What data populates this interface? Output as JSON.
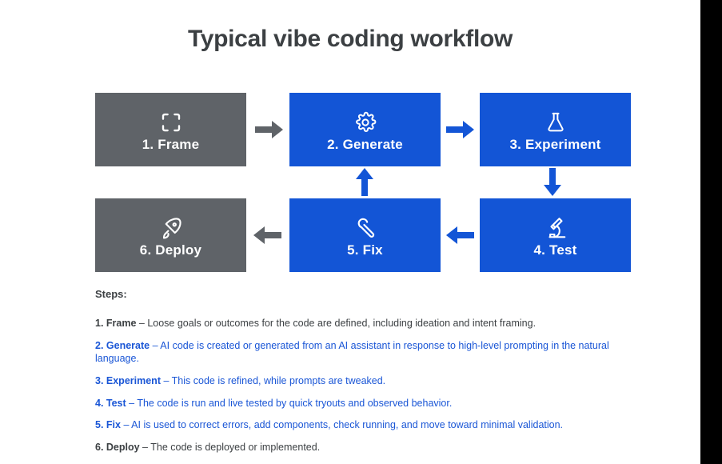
{
  "page": {
    "title": "Typical vibe coding workflow",
    "accent_color": "#1355d6",
    "muted_color": "#5f6368",
    "text_color": "#3c4043",
    "right_bar_color": "#000000"
  },
  "flow": {
    "boxes": [
      {
        "id": "frame",
        "label": "1.  Frame",
        "icon": "crop-frame-icon",
        "color": "#5f6368"
      },
      {
        "id": "generate",
        "label": "2. Generate",
        "icon": "gear-icon",
        "color": "#1355d6"
      },
      {
        "id": "experiment",
        "label": "3. Experiment",
        "icon": "flask-icon",
        "color": "#1355d6"
      },
      {
        "id": "deploy",
        "label": "6. Deploy",
        "icon": "rocket-icon",
        "color": "#5f6368"
      },
      {
        "id": "fix",
        "label": "5. Fix",
        "icon": "wrench-icon",
        "color": "#1355d6"
      },
      {
        "id": "test",
        "label": "4. Test",
        "icon": "microscope-icon",
        "color": "#1355d6"
      }
    ],
    "arrows": [
      {
        "id": "frame-to-generate",
        "direction": "right",
        "color": "#5f6368"
      },
      {
        "id": "generate-to-experiment",
        "direction": "right",
        "color": "#1355d6"
      },
      {
        "id": "experiment-to-test",
        "direction": "down",
        "color": "#1355d6"
      },
      {
        "id": "test-to-fix",
        "direction": "left",
        "color": "#1355d6"
      },
      {
        "id": "fix-to-generate",
        "direction": "up",
        "color": "#1355d6"
      },
      {
        "id": "fix-to-deploy",
        "direction": "left",
        "color": "#5f6368"
      }
    ]
  },
  "steps": {
    "heading": "Steps:",
    "items": [
      {
        "head": "1. Frame",
        "body": " – Loose goals or outcomes for the code are defined, including ideation and intent framing.",
        "accent": false
      },
      {
        "head": "2. Generate",
        "body": " – AI code is created or generated from an AI assistant in response to high-level prompting in the natural language.",
        "accent": true
      },
      {
        "head": "3. Experiment",
        "body": " – This code is refined, while prompts are tweaked.",
        "accent": true
      },
      {
        "head": "4. Test",
        "body": " – The code is run and live tested by quick tryouts and observed behavior.",
        "accent": true
      },
      {
        "head": "5. Fix",
        "body": " – AI is used to correct errors, add components, check running, and move toward minimal validation.",
        "accent": true
      },
      {
        "head": "6. Deploy",
        "body": " – The code is deployed or implemented.",
        "accent": false
      }
    ]
  }
}
